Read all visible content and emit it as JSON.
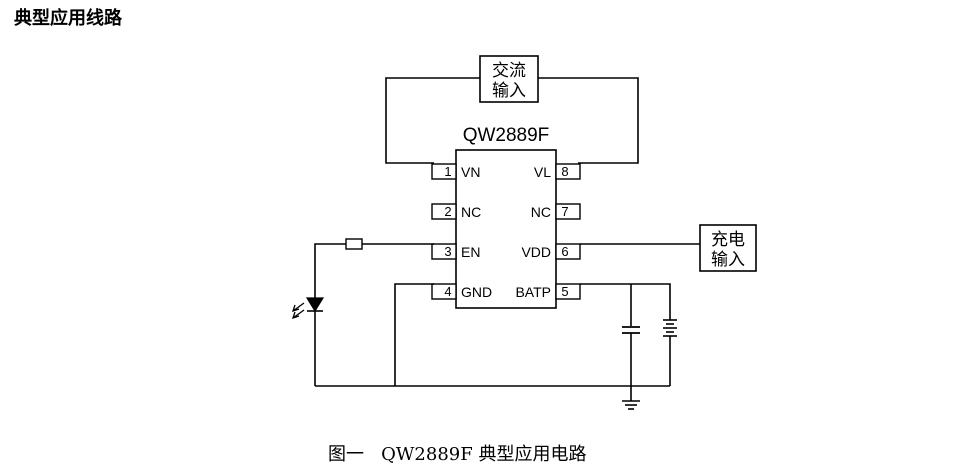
{
  "heading": "典型应用线路",
  "caption": "图一   QW2889F 典型应用电路",
  "diagram": {
    "chip_name": "QW2889F",
    "pins_left": [
      {
        "num": "1",
        "label": "VN"
      },
      {
        "num": "2",
        "label": "NC"
      },
      {
        "num": "3",
        "label": "EN"
      },
      {
        "num": "4",
        "label": "GND"
      }
    ],
    "pins_right": [
      {
        "num": "8",
        "label": "VL"
      },
      {
        "num": "7",
        "label": "NC"
      },
      {
        "num": "6",
        "label": "VDD"
      },
      {
        "num": "5",
        "label": "BATP"
      }
    ],
    "ac_input": {
      "line1": "交流",
      "line2": "输入"
    },
    "charge_input": {
      "line1": "充电",
      "line2": "输入"
    }
  }
}
